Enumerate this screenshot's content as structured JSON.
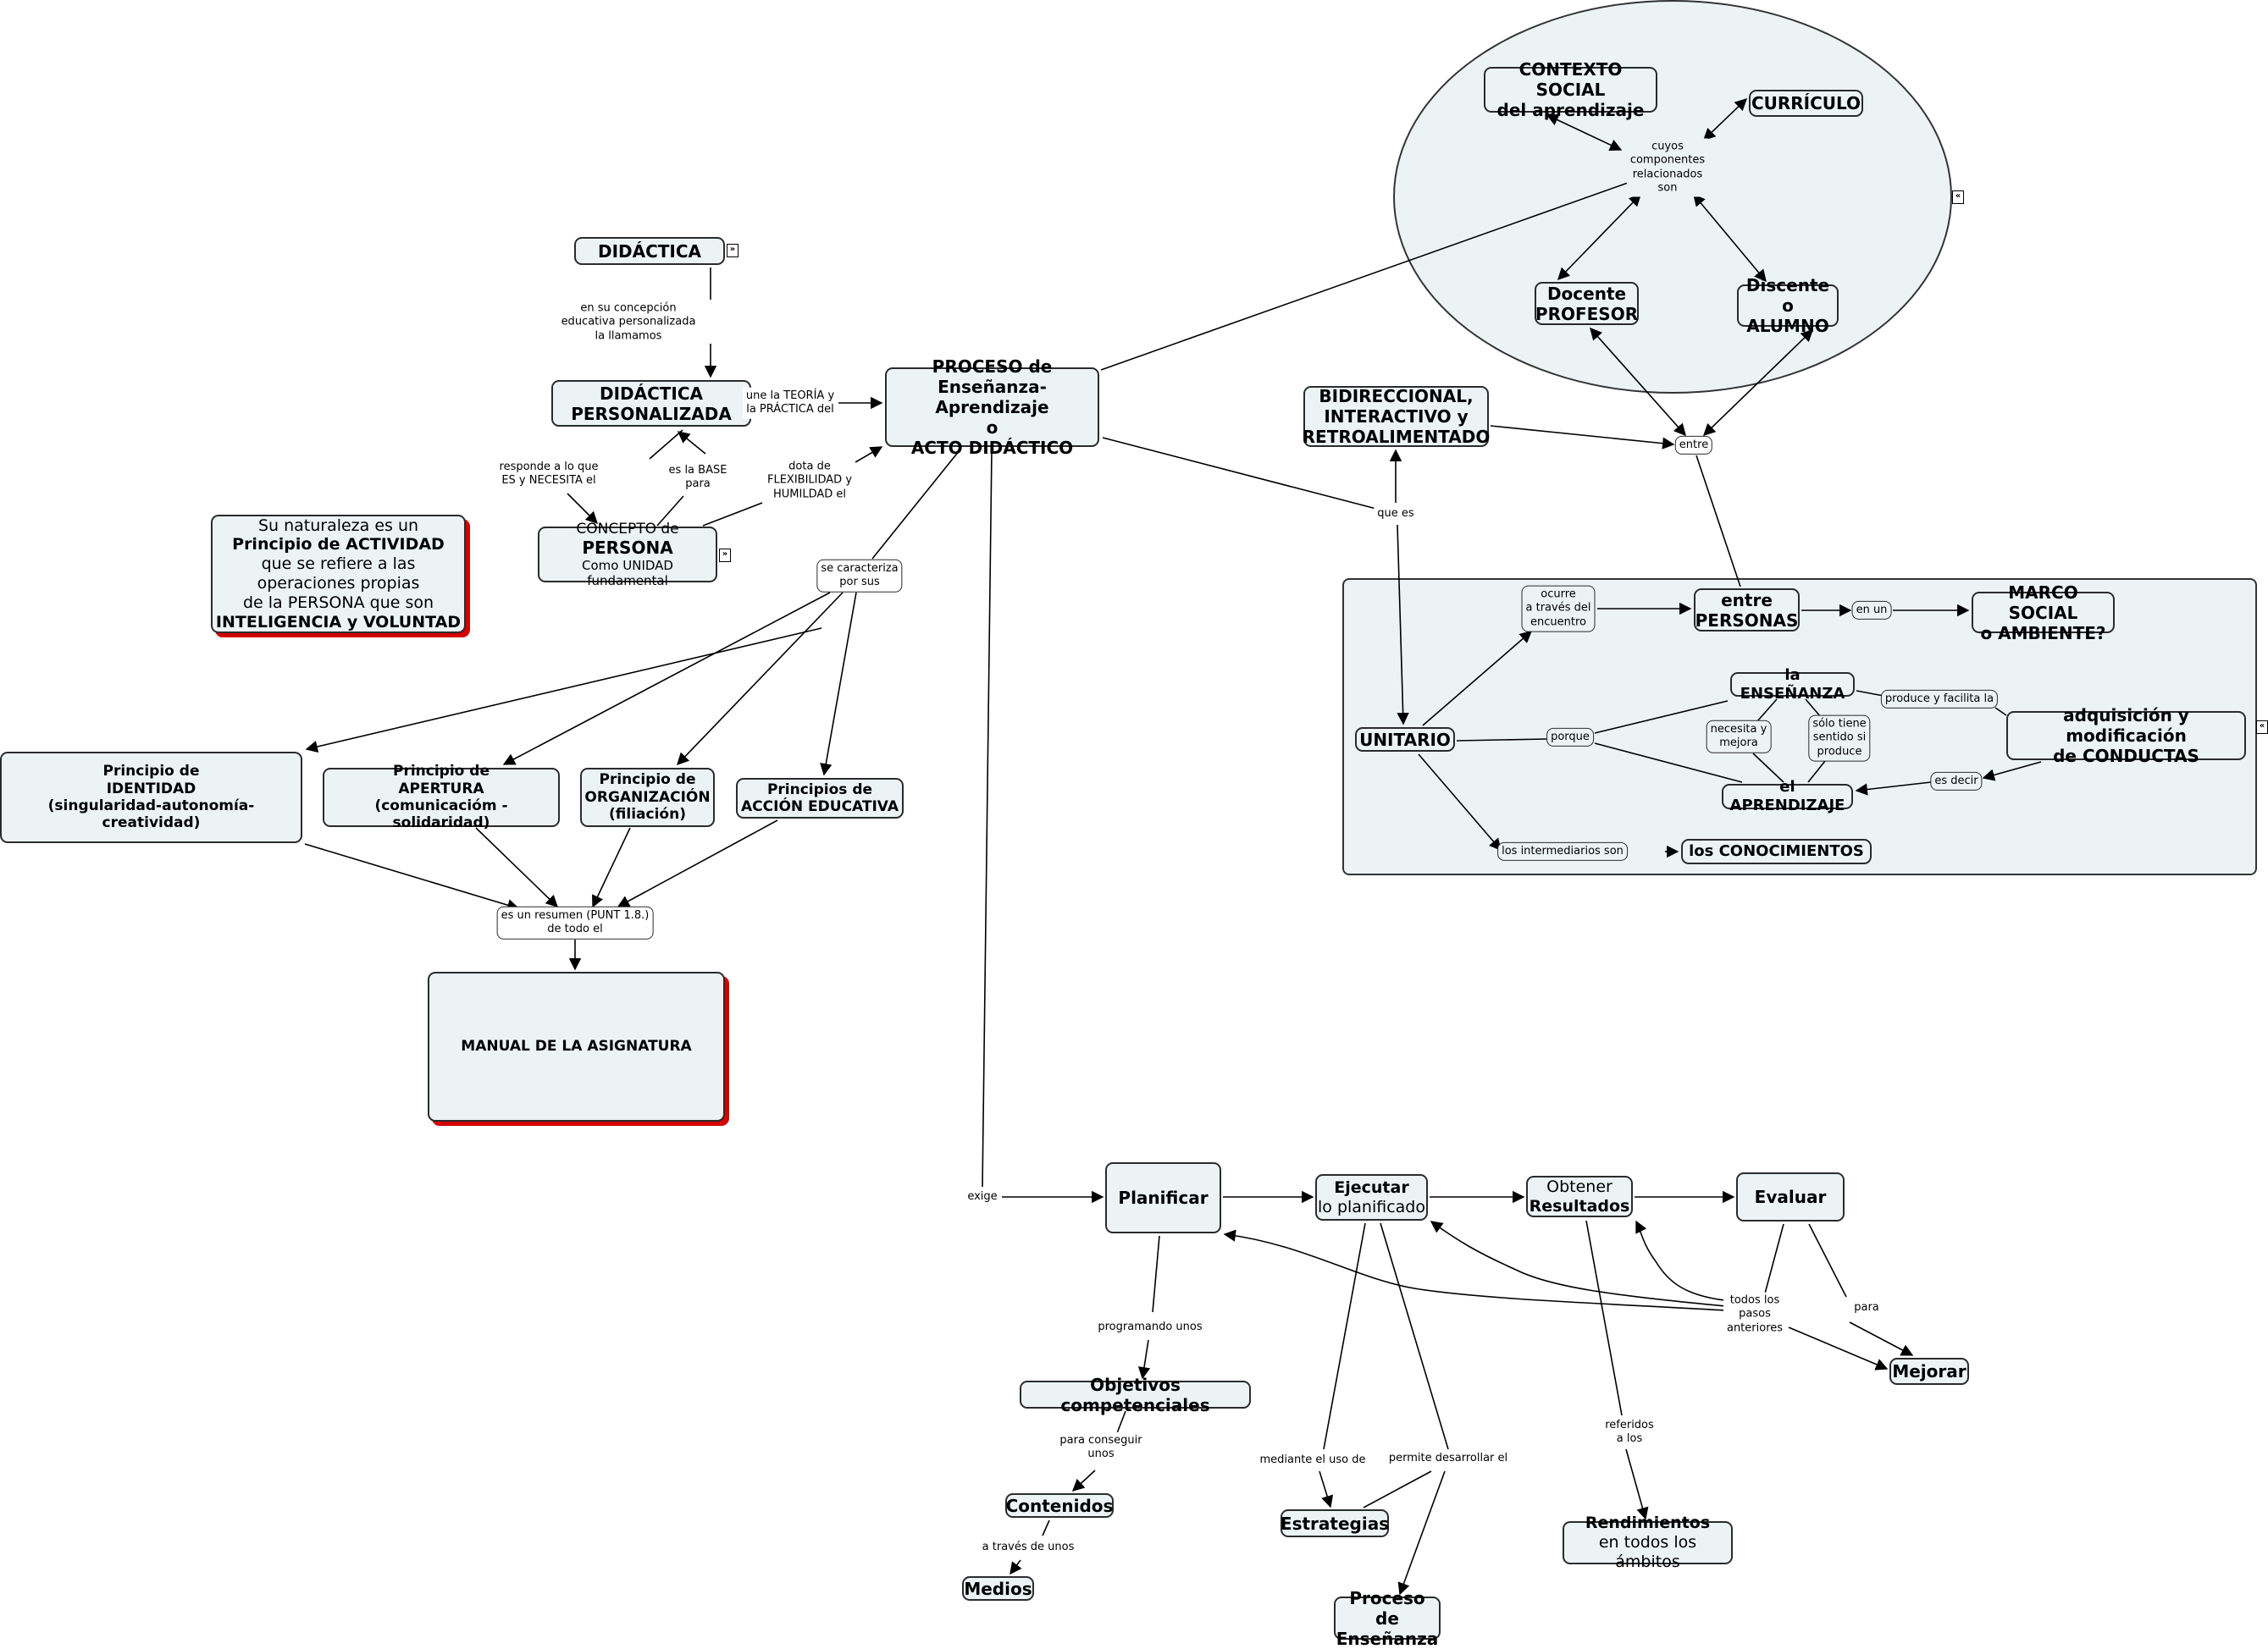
{
  "nodes": {
    "didactica": "DIDÁCTICA",
    "didactica_personalizada": [
      "DIDÁCTICA",
      "PERSONALIZADA"
    ],
    "proceso": [
      "PROCESO de",
      "Enseñanza-Aprendizaje",
      "o",
      "ACTO DIDÁCTICO"
    ],
    "concepto_persona": {
      "line1": "CONCEPTO de",
      "line2": "PERSONA",
      "line3": "Como UNIDAD fundamental"
    },
    "naturaleza": {
      "line1": "Su naturaleza es un",
      "line2": "Principio de ACTIVIDAD",
      "line3": "que se refiere a las",
      "line4": "operaciones propias",
      "line5": "de la PERSONA que son",
      "line6": "INTELIGENCIA y VOLUNTAD"
    },
    "identidad": [
      "Principio de",
      "IDENTIDAD",
      "(singularidad-autonomía-creatividad)"
    ],
    "apertura": [
      "Principio de",
      "APERTURA",
      "(comunicacióm - solidaridad)"
    ],
    "organizacion": [
      "Principio de",
      "ORGANIZACIÓN",
      "(filiación)"
    ],
    "accion_educativa": [
      "Principios de",
      "ACCIÓN EDUCATIVA"
    ],
    "manual": "MANUAL DE LA ASIGNATURA",
    "contexto_social": [
      "CONTEXTO SOCIAL",
      "del aprendizaje"
    ],
    "curriculo": "CURRÍCULO",
    "docente": [
      "Docente",
      "PROFESOR"
    ],
    "discente": [
      "Discente o",
      "ALUMNO"
    ],
    "bidireccional": [
      "BIDIRECCIONAL,",
      "INTERACTIVO y",
      "RETROALIMENTADO"
    ],
    "unitario": "UNITARIO",
    "entre_personas": [
      "entre",
      "PERSONAS"
    ],
    "marco_social": [
      "MARCO SOCIAL",
      "o AMBIENTE?"
    ],
    "ensenanza": "la ENSEÑANZA",
    "adquisicion": [
      "adquisición y modificación",
      "de CONDUCTAS"
    ],
    "aprendizaje": "el APRENDIZAJE",
    "conocimientos": "los CONOCIMIENTOS",
    "planificar": "Planificar",
    "ejecutar": {
      "line1": "Ejecutar",
      "line2": "lo planificado"
    },
    "obtener": {
      "line1": "Obtener",
      "line2": "Resultados"
    },
    "evaluar": "Evaluar",
    "objetivos": "Objetivos competenciales",
    "contenidos": "Contenidos",
    "medios": "Medios",
    "estrategias": "Estrategias",
    "proceso_ensenanza": [
      "Proceso de",
      "Enseñanza"
    ],
    "rendimientos": {
      "line1": "Rendimientos",
      "line2": "en todos los ámbitos"
    },
    "mejorar": "Mejorar"
  },
  "link_labels": {
    "en_su_concepcion": "en su concepción\neducativa personalizada\nla llamamos",
    "une_teoria": "une la TEORÍA y\nla PRÁCTICA del",
    "responde": "responde a lo que\nES y NECESITA el",
    "es_la_base": "es la BASE\npara",
    "dota_de": "dota de\nFLEXIBILIDAD y\nHUMILDAD el",
    "se_caracteriza": "se caracteriza\npor sus",
    "es_un_resumen": "es un resumen (PUNT 1.8.)\nde todo el",
    "cuyos_componentes": "cuyos\ncomponentes\nrelacionados\nson",
    "entre": "entre",
    "que_es": "que es",
    "ocurre": "ocurre\na través del\nencuentro",
    "en_un": "en un",
    "produce_facilita": "produce y facilita la",
    "porque": "porque",
    "necesita_mejora": "necesita y\nmejora",
    "solo_tiene": "sólo tiene\nsentido si\nproduce",
    "es_decir": "es decir",
    "intermediarios": "los intermediarios son",
    "exige": "exige",
    "programando": "programando unos",
    "para_conseguir": "para conseguir\nunos",
    "a_traves": "a través de unos",
    "mediante": "mediante el uso de",
    "permite": "permite desarrollar el",
    "referidos": "referidos\na los",
    "todos_pasos": "todos los\npasos\nanteriores",
    "para": "para"
  },
  "icons": {
    "expand_right": "»",
    "collapse_left": "«"
  },
  "colors": {
    "node_fill": "#ebf3f5",
    "node_border": "#2b2b2b",
    "shadow_accent": "#d40000"
  }
}
